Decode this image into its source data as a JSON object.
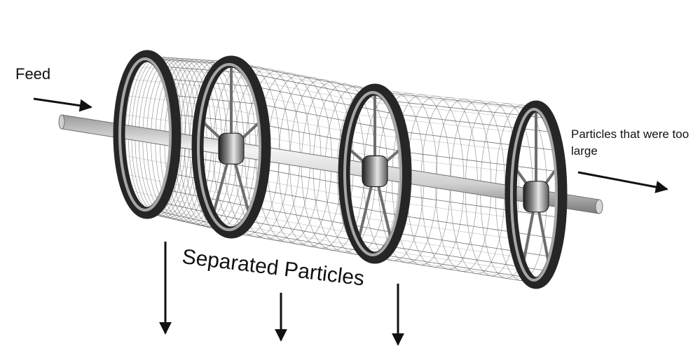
{
  "labels": {
    "feed": "Feed",
    "oversize": "Particles that were too large",
    "separated": "Separated Particles"
  },
  "colors": {
    "ink": "#111111",
    "mesh": "#5a5a5a",
    "ring_dark": "#262626",
    "ring_light": "#bdbdbd",
    "shaft_light": "#f2f2f2",
    "shaft_dark": "#9a9a9a"
  },
  "icons": {
    "feed_arrow": "arrow-right-icon",
    "outlet_arrow": "arrow-right-icon",
    "drop_arrows": "arrow-down-icon"
  }
}
